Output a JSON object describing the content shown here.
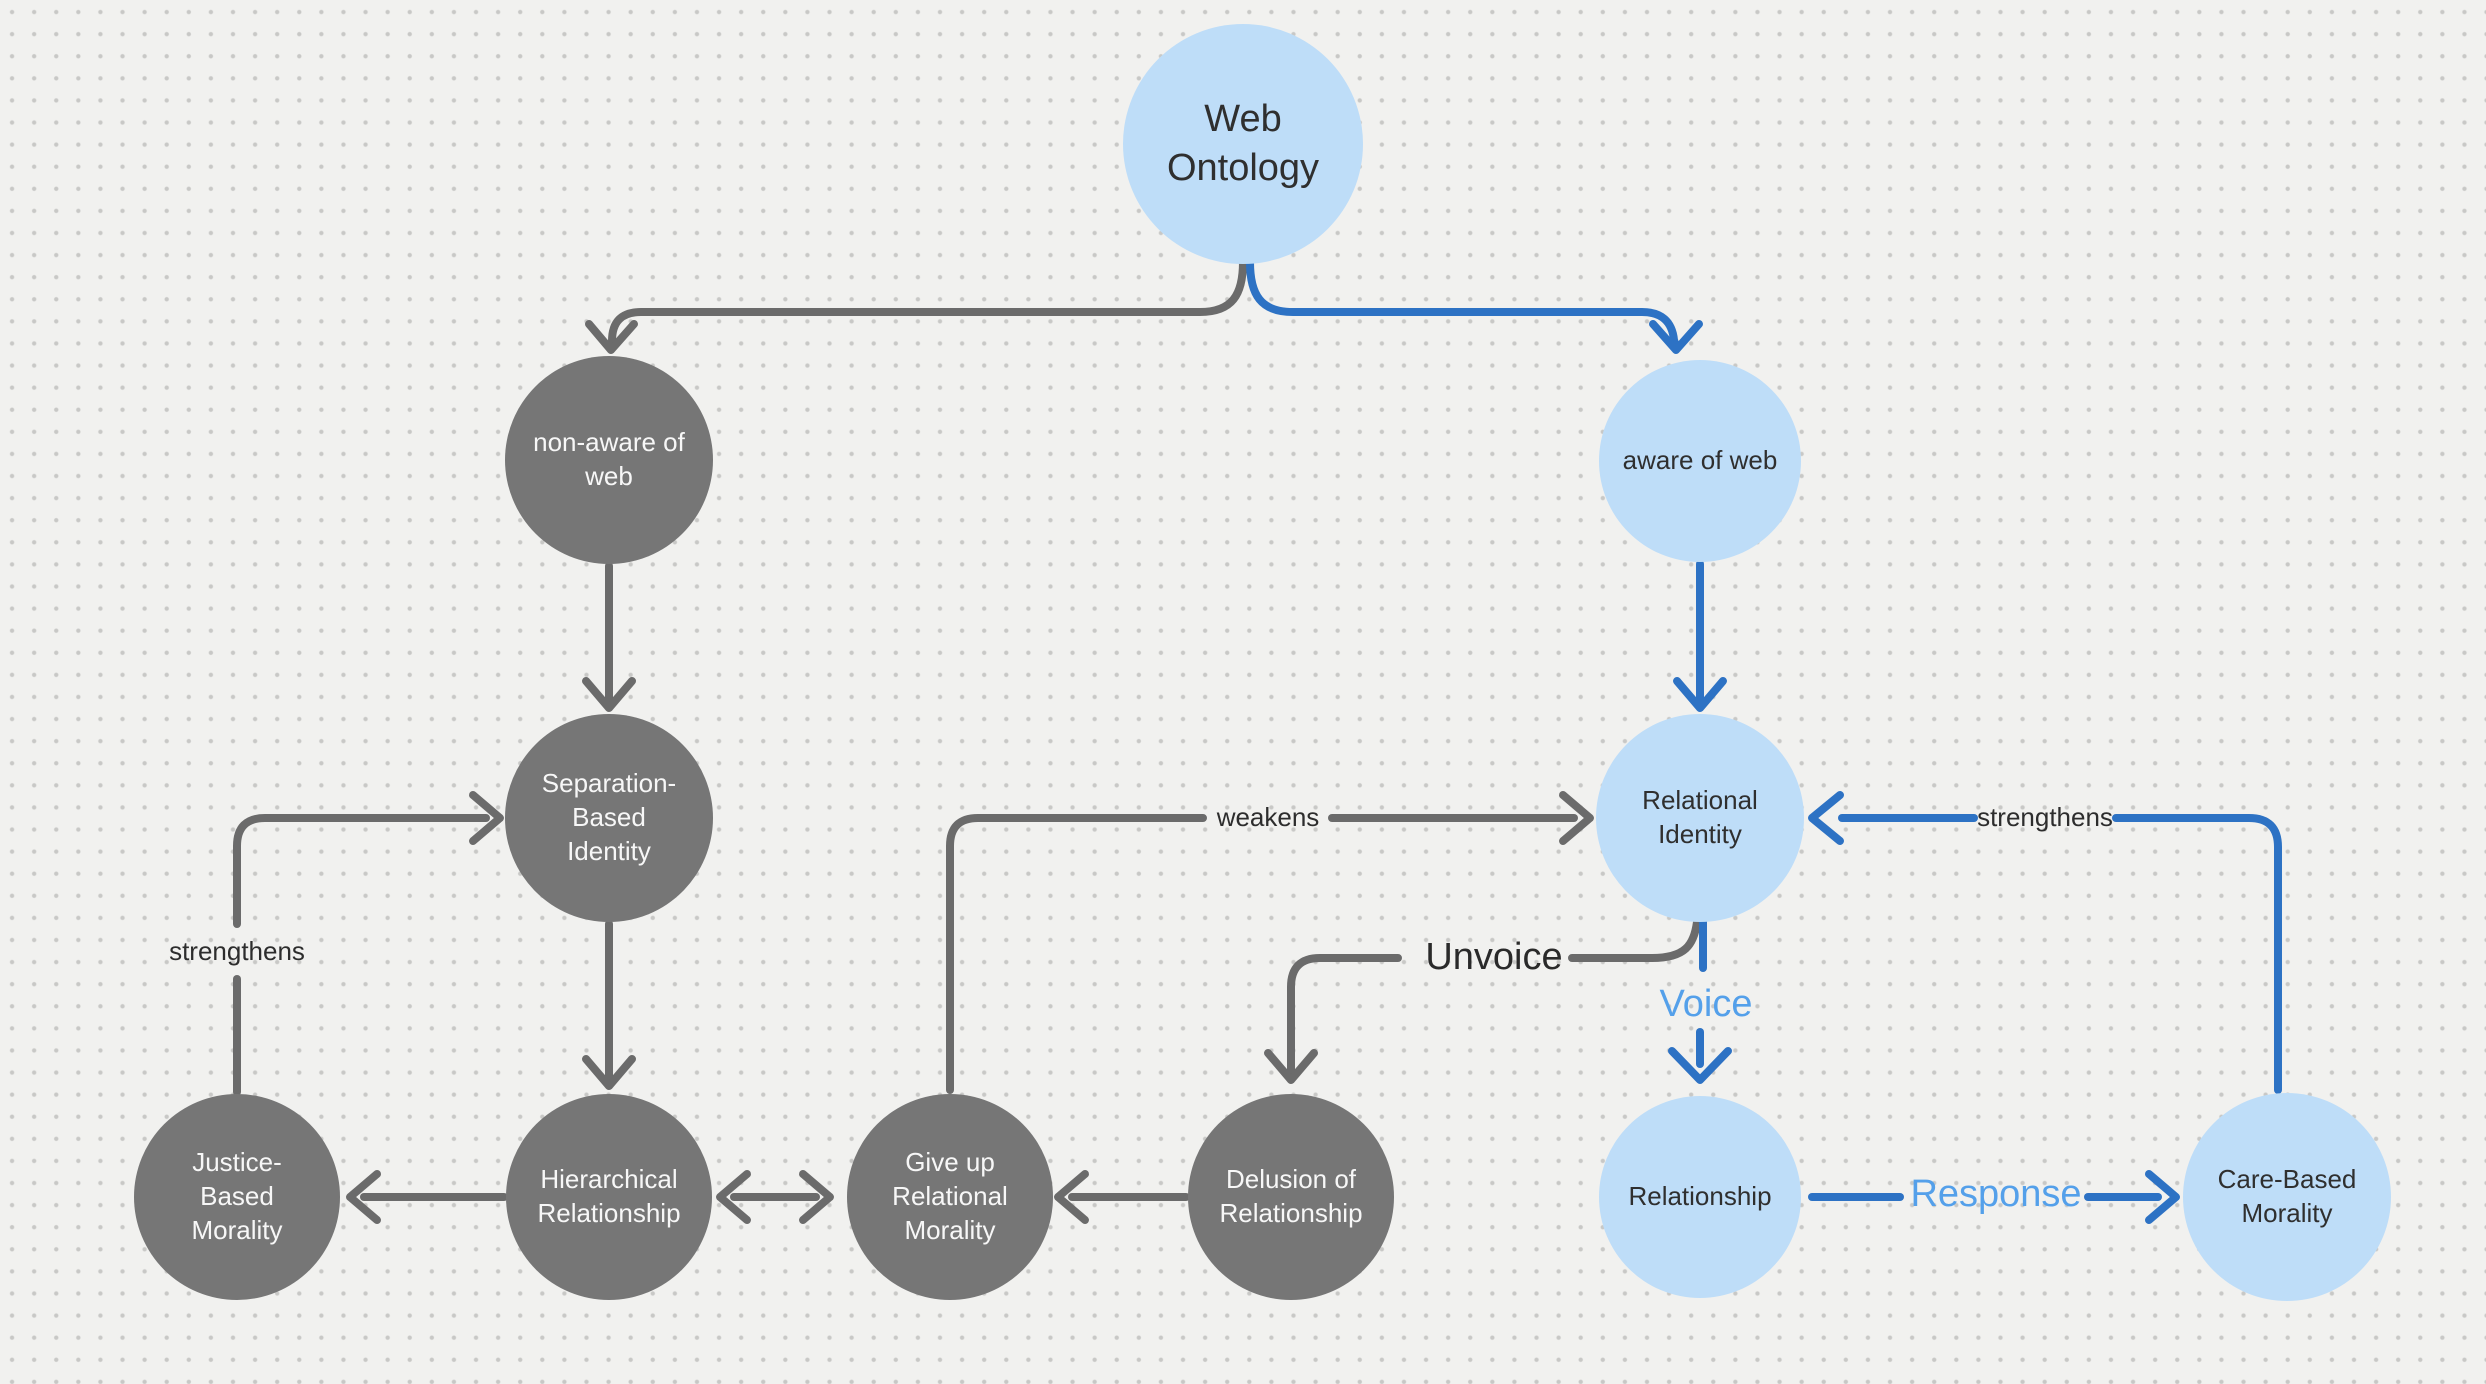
{
  "diagram": {
    "background_color": "#f1f1ef",
    "dot_color": "#c8c8c6",
    "node_gray_color": "#767676",
    "node_blue_color": "#beddf8",
    "edge_gray_color": "#6b6b6b",
    "edge_blue_color": "#2d72c4",
    "label_blue_color": "#54a0ea"
  },
  "nodes": [
    {
      "id": "web-ontology",
      "label": "Web Ontology",
      "color": "blue"
    },
    {
      "id": "non-aware-of-web",
      "label": "non-aware of web",
      "color": "gray"
    },
    {
      "id": "aware-of-web",
      "label": "aware of web",
      "color": "blue"
    },
    {
      "id": "separation-based-identity",
      "label": "Separation-Based Identity",
      "color": "gray"
    },
    {
      "id": "relational-identity",
      "label": "Relational Identity",
      "color": "blue"
    },
    {
      "id": "justice-based-morality",
      "label": "Justice-Based Morality",
      "color": "gray"
    },
    {
      "id": "hierarchical-relationship",
      "label": "Hierarchical Relationship",
      "color": "gray"
    },
    {
      "id": "give-up-relational-morality",
      "label": "Give up Relational Morality",
      "color": "gray"
    },
    {
      "id": "delusion-of-relationship",
      "label": "Delusion of Relationship",
      "color": "gray"
    },
    {
      "id": "relationship",
      "label": "Relationship",
      "color": "blue"
    },
    {
      "id": "care-based-morality",
      "label": "Care-Based Morality",
      "color": "blue"
    }
  ],
  "labels": {
    "strengthens_left": "strengthens",
    "weakens": "weakens",
    "strengthens_right": "strengthens",
    "unvoice": "Unvoice",
    "voice": "Voice",
    "response": "Response"
  }
}
